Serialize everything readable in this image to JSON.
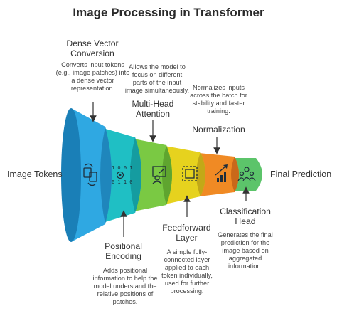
{
  "title": "Image Processing in Transformer",
  "input_label": "Image Tokens",
  "output_label": "Final Prediction",
  "stages": [
    {
      "name": "Dense Vector Conversion",
      "description": "Converts input tokens (e.g., image patches) into a dense vector representation.",
      "color": "#2FA8E2",
      "icon": "document-convert-icon"
    },
    {
      "name": "Positional Encoding",
      "description": "Adds positional information to help the model understand the relative positions of patches.",
      "color": "#1FBFC4",
      "icon": "binary-code-icon"
    },
    {
      "name": "Multi-Head Attention",
      "description": "Allows the model to focus on different parts of the input image simultaneously.",
      "color": "#7AC943",
      "icon": "presentation-icon"
    },
    {
      "name": "Feedforward Layer",
      "description": "A simple fully-connected layer applied to each token individually, used for further processing.",
      "color": "#E6D21E",
      "icon": "dashed-square-icon"
    },
    {
      "name": "Normalization",
      "description": "Normalizes inputs across the batch for stability and faster training.",
      "color": "#F08A24",
      "icon": "growth-chart-icon"
    },
    {
      "name": "Classification Head",
      "description": "Generates the final prediction for the image based on aggregated information.",
      "color": "#5CC46A",
      "icon": "team-icon"
    }
  ]
}
